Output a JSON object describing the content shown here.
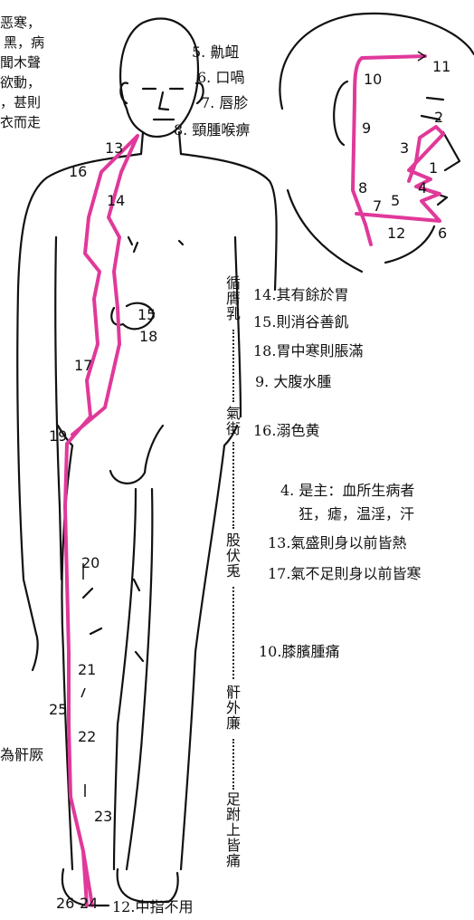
{
  "colors": {
    "meridian_path": "#e0399a",
    "ink": "#111111"
  },
  "top_left_text": [
    "恶寒，",
    "黑，病",
    "聞木聲",
    "欲動，",
    "，甚則",
    "衣而走"
  ],
  "head_labels": {
    "l5": "5. 鼽衄",
    "l6": "6. 口喎",
    "l7": "7. 唇胗",
    "l8": "8. 頸腫喉痹"
  },
  "profile_numbers": [
    "10",
    "11",
    "2",
    "9",
    "3",
    "1",
    "4",
    "8",
    "7",
    "5",
    "12",
    "6"
  ],
  "body_numbers": [
    "13",
    "16",
    "14",
    "15",
    "18",
    "17",
    "19",
    "20",
    "21",
    "25",
    "22",
    "23",
    "26",
    "24"
  ],
  "vertical_labels": {
    "v1": "循膺乳",
    "v2": "氣街",
    "v3": "股伏兎",
    "v4": "骭外廉",
    "v5": "足跗上皆痛"
  },
  "right_labels": {
    "r14": "14.其有餘於胃",
    "r15": "15.則消谷善飢",
    "r18": "18.胃中寒則脹滿",
    "r9": "9. 大腹水腫",
    "r16": "16.溺色黄",
    "r4a": "4. 是主：血所生病者",
    "r4b": "狂，瘧，温淫，汗",
    "r13": "13.氣盛則身以前皆熱",
    "r17": "17.氣不足則身以前皆寒",
    "r10": "10.膝臏腫痛"
  },
  "left_label": "為骭厥",
  "bottom_label": "12.中指不用"
}
